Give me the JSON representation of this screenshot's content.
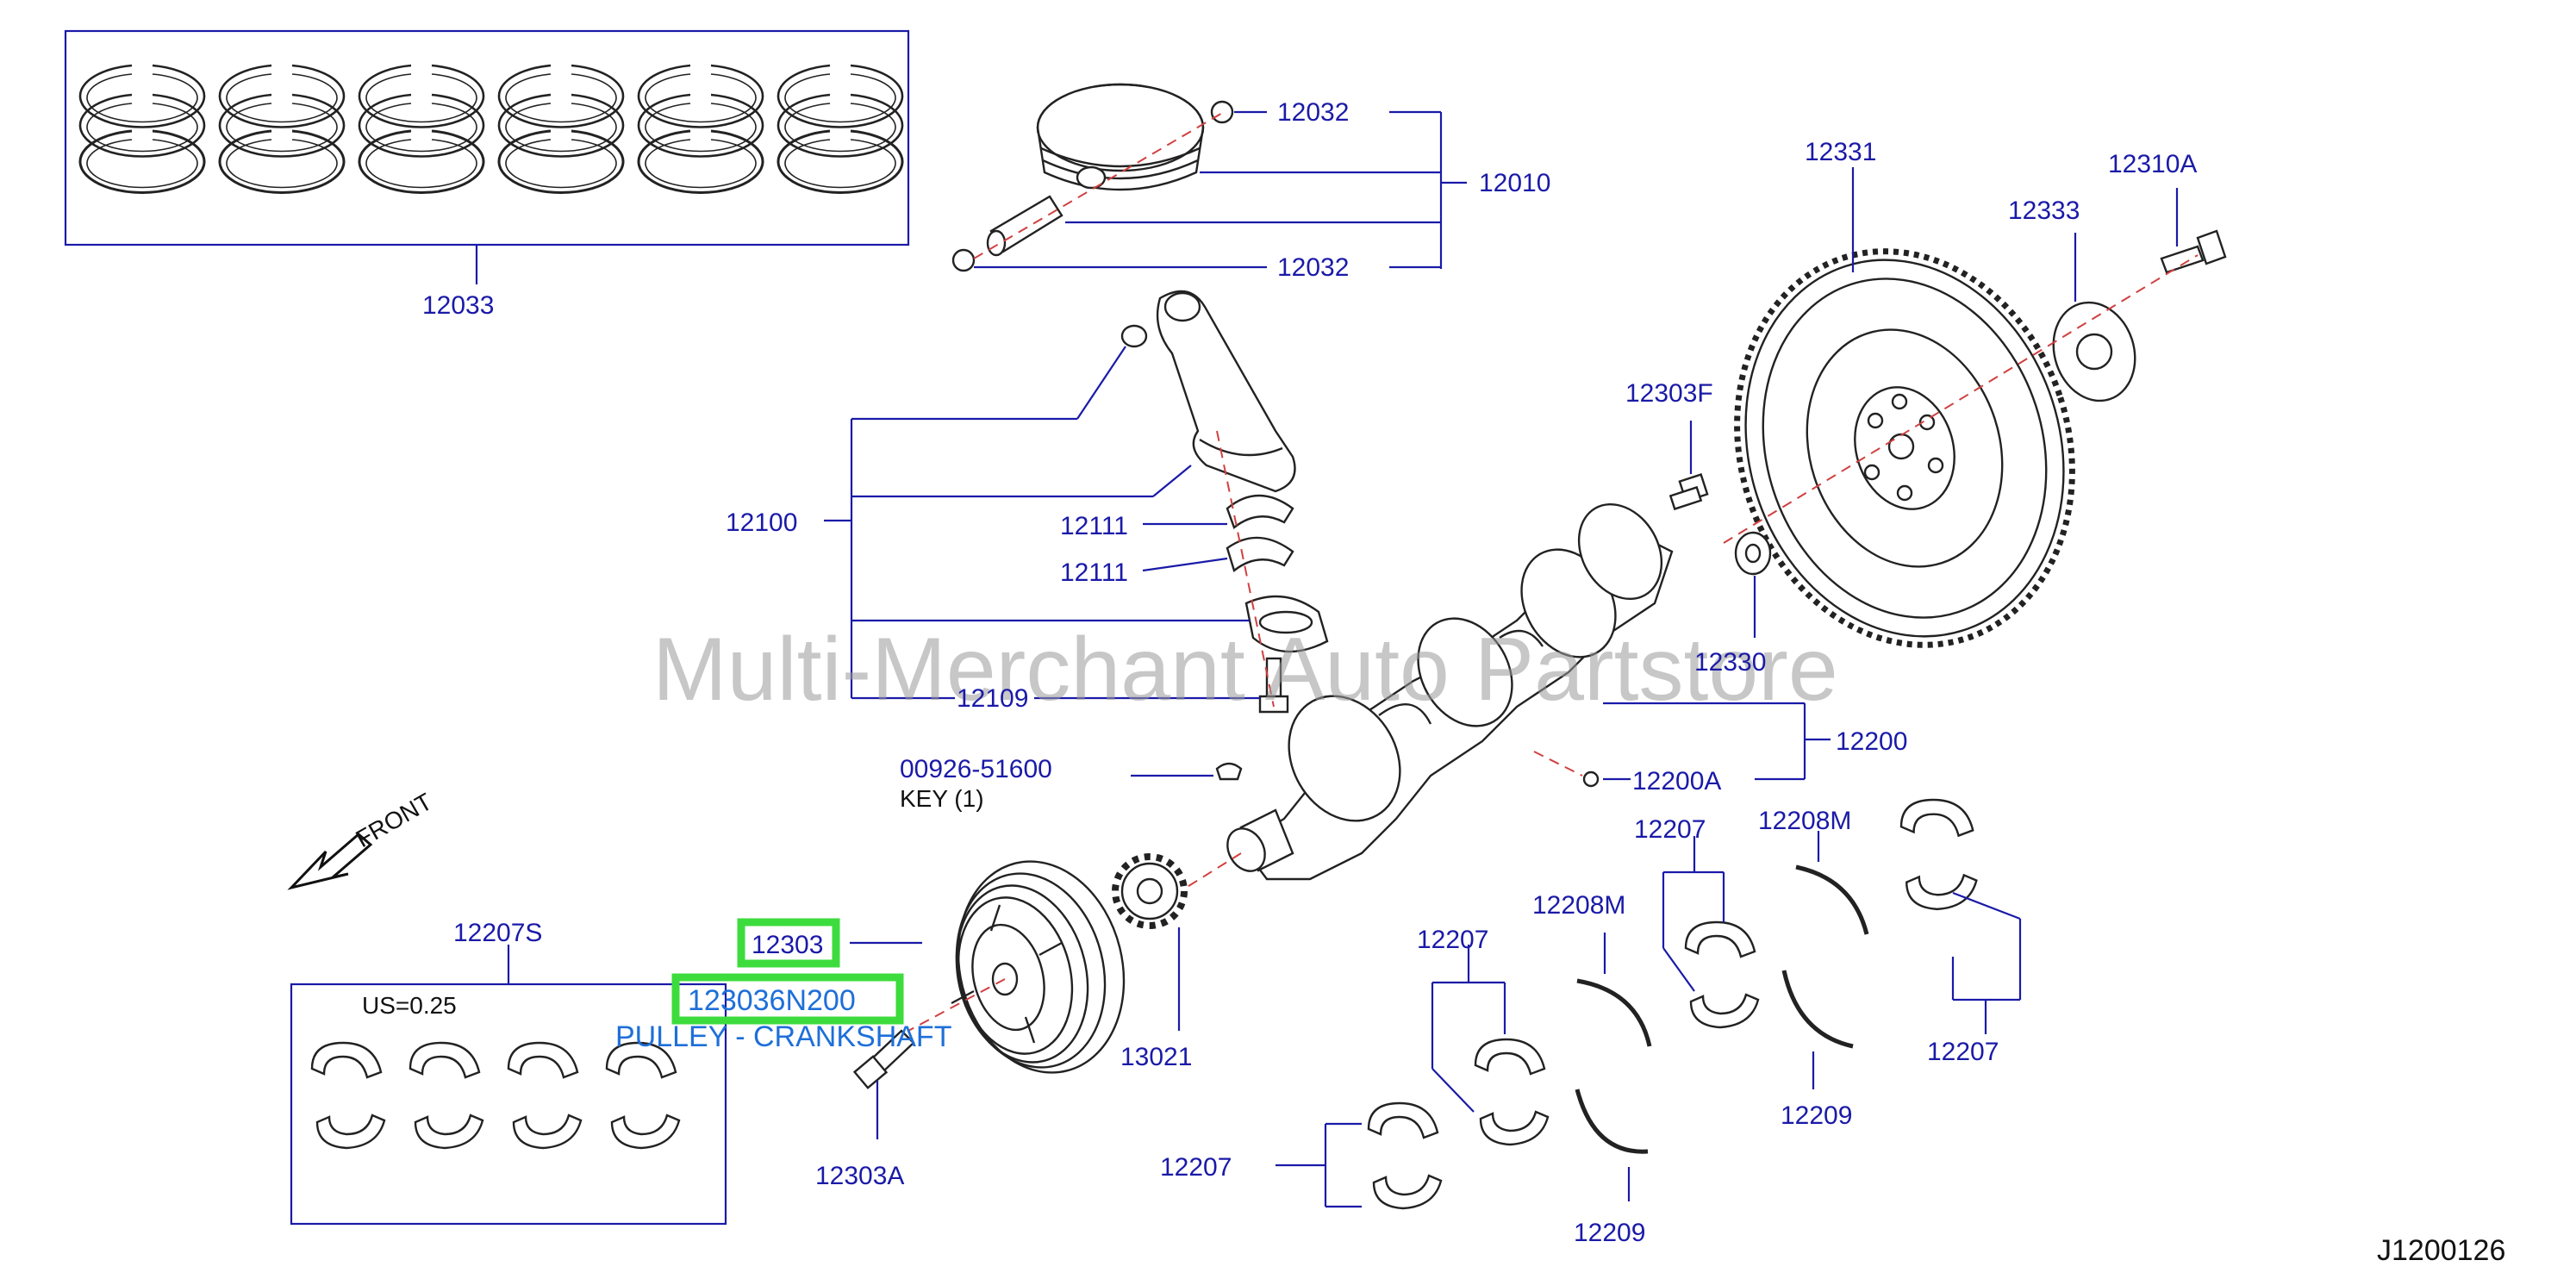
{
  "labels": {
    "p12033": "12033",
    "p12032a": "12032",
    "p12010": "12010",
    "p12032b": "12032",
    "p12331": "12331",
    "p12310A": "12310A",
    "p12333": "12333",
    "p12303F": "12303F",
    "p12100": "12100",
    "p12111a": "12111",
    "p12111b": "12111",
    "p12330": "12330",
    "p12109": "12109",
    "p12200": "12200",
    "p12200A": "12200A",
    "p00926": "00926-51600",
    "p12207_top": "12207",
    "p12208M_right": "12208M",
    "p12207S": "12207S",
    "p12303": "12303",
    "p13021": "13021",
    "p12208M_mid": "12208M",
    "p12207_mid": "12207",
    "p12207_right": "12207",
    "p12209_right": "12209",
    "p12303A": "12303A",
    "p12207_bottom": "12207",
    "p12209_bottom": "12209"
  },
  "notes": {
    "key": "KEY    (1)",
    "front": "FRONT",
    "undersize": "US=0.25"
  },
  "highlight": {
    "part_number": "123036N200",
    "part_name": "PULLEY - CRANKSHAFT"
  },
  "watermark": "Multi-Merchant Auto Partstore",
  "diagram_code": "J1200126",
  "colors": {
    "label": "#1a1aa8",
    "highlight_box": "#3ddc3d",
    "highlight_text": "#1e6fd9",
    "centerline": "#d04040"
  }
}
